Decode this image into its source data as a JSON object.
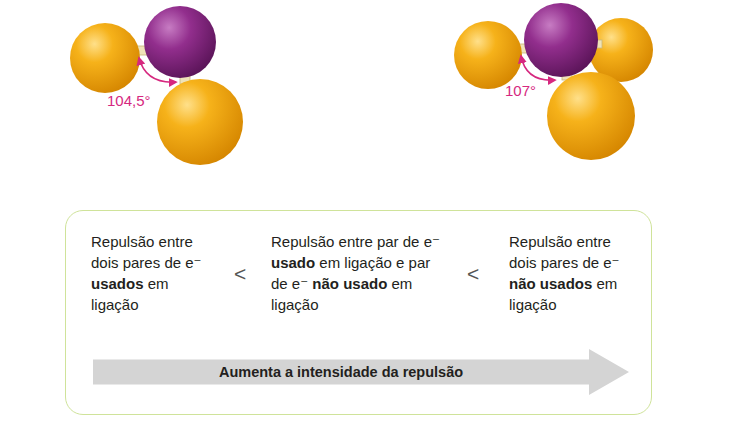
{
  "diagram": {
    "nodes": [
      {
        "text": [
          "Repulsão entre dois pares de e⁻ usados em ligação",
          "<",
          "Repulsão entre par de e⁻ usado em ligação e par de e⁻ não usado em ligação",
          "<",
          "Repulsão entre dois pares de e⁻ não usados em ligação"
        ]
      },
      {
        "text": [
          "Aumenta a intensidade da repulsão"
        ],
        "in": 0
      }
    ],
    "labels": [
      "104,5°",
      "107°"
    ]
  }
}
